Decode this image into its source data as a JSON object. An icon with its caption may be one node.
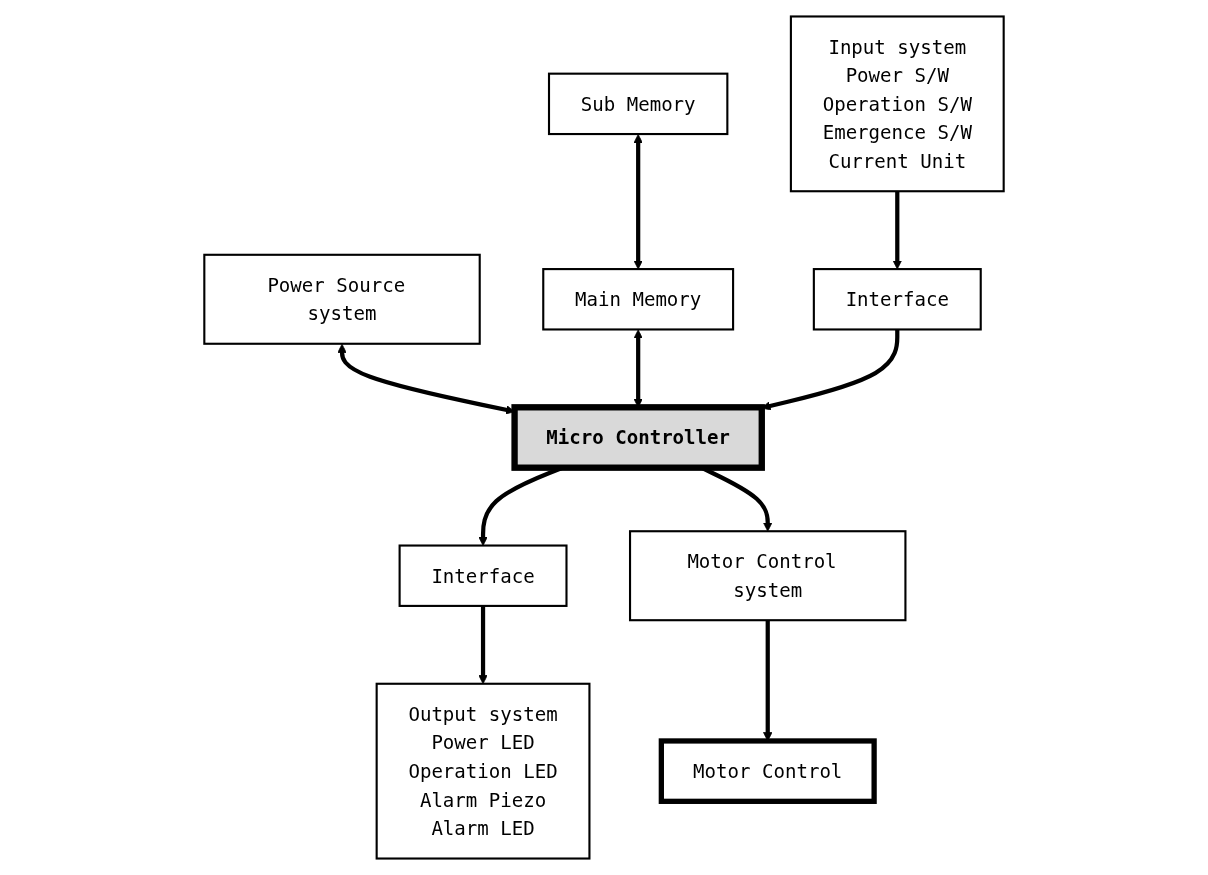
{
  "diagram": {
    "nodes": [
      {
        "text": [
          "Sub Memory"
        ]
      },
      {
        "text": [
          "Power Source system"
        ]
      },
      {
        "text": [
          "Main Memory"
        ]
      },
      {
        "text": [
          "Interface"
        ]
      },
      {
        "text": [
          "Interface"
        ]
      },
      {
        "text": [
          "Input system",
          "Power S/W",
          "Operation S/W",
          "Emergence S/W",
          "Current Unit"
        ]
      },
      {
        "text": [
          "Micro Controller"
        ]
      },
      {
        "text": [
          "Output system",
          "Power LED",
          "Operation LED",
          "Alarm Piezo",
          "Alarm LED"
        ]
      },
      {
        "text": [
          "Motor Control system"
        ]
      },
      {
        "text": [
          "Motor Control"
        ]
      }
    ],
    "edges": [
      {
        "from": 0,
        "to": 2,
        "arrow": "both"
      },
      {
        "from": 1,
        "to": 6,
        "arrow": "both"
      },
      {
        "from": 2,
        "to": 6,
        "arrow": "both"
      },
      {
        "from": 5,
        "to": 3,
        "arrow": "to"
      },
      {
        "from": 3,
        "to": 6,
        "arrow": "to"
      },
      {
        "from": 6,
        "to": 4,
        "arrow": "to"
      },
      {
        "from": 4,
        "to": 7,
        "arrow": "to"
      },
      {
        "from": 6,
        "to": 8,
        "arrow": "to"
      },
      {
        "from": 8,
        "to": 9,
        "arrow": "to"
      }
    ]
  }
}
